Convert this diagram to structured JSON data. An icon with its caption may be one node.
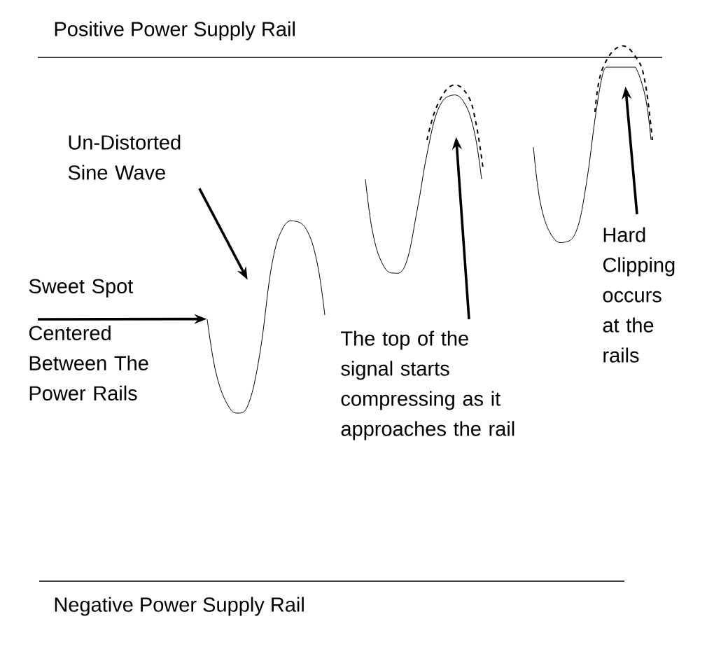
{
  "diagram": {
    "nodes": [
      {
        "text": [
          "Un-Distorted Sine Wave"
        ]
      },
      {
        "text": [
          "Sweet Spot",
          "Centered Between The Power Rails"
        ]
      },
      {
        "text": [
          "The top of the signal starts compressing as it approaches the rail"
        ]
      },
      {
        "text": [
          "Hard Clipping occurs at the rails"
        ]
      },
      {
        "text": [],
        "shape": "wave"
      },
      {
        "text": [],
        "shape": "wave"
      },
      {
        "text": [],
        "shape": "wave"
      }
    ],
    "edges": [
      {
        "from": 0,
        "to": 4,
        "arrow": "to"
      },
      {
        "from": 1,
        "to": 4,
        "arrow": "to"
      },
      {
        "from": 2,
        "to": 5,
        "arrow": "to"
      },
      {
        "from": 3,
        "to": 6,
        "arrow": "to"
      }
    ],
    "labels": [
      "Positive Power Supply Rail",
      "Negative Power Supply Rail"
    ]
  }
}
